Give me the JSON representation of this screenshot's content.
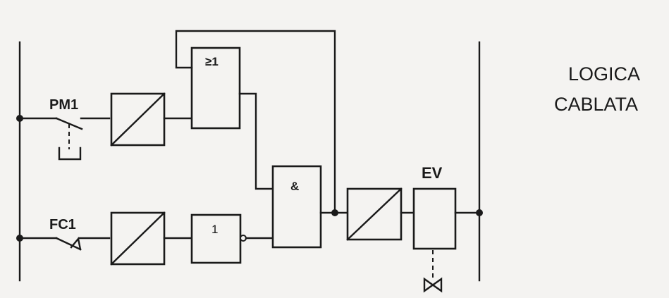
{
  "labels": {
    "pressure_switch": "PM1",
    "limit_switch": "FC1",
    "valve": "EV"
  },
  "gates": {
    "or_gate": "≥1",
    "and_gate": "&",
    "not_gate": "1"
  },
  "title": {
    "line1": "LOGICA",
    "line2": "CABLATA"
  }
}
